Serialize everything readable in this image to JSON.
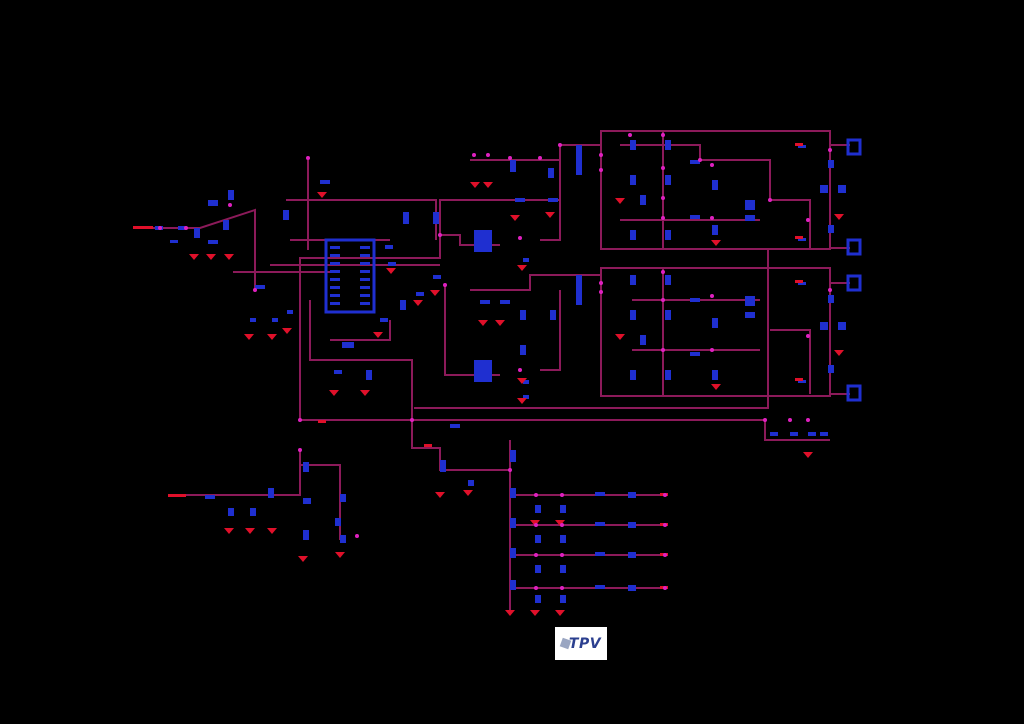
{
  "diagram": {
    "type": "electronic-schematic",
    "colors": {
      "background": "#000000",
      "wire": "#8c1a5a",
      "component": "#1f2fd0",
      "ground": "#e0102a",
      "junction": "#e020c0"
    }
  },
  "logo": {
    "text": "TPV",
    "icon": "tpv-logo-mark"
  }
}
